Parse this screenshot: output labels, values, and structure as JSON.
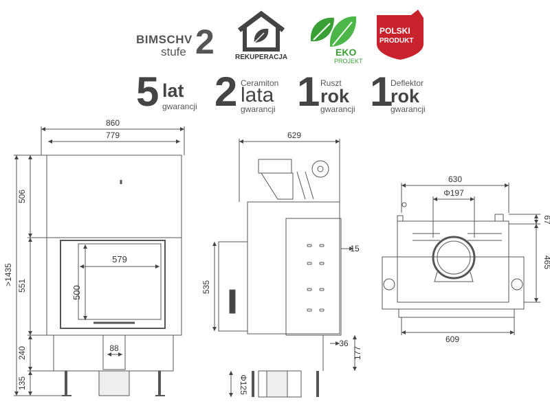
{
  "badges": {
    "bimschv_line1": "BIMSCHV",
    "bimschv_line2": "stufe",
    "bimschv_num": "2",
    "rekuperacja": "REKUPERACJA",
    "eko1": "EKO",
    "eko2": "PROJEKT",
    "polski1": "POLSKI",
    "polski2": "PRODUKT"
  },
  "warranties": [
    {
      "num": "5",
      "top": "",
      "word": "lat",
      "sub": "gwarancji"
    },
    {
      "num": "2",
      "top": "Ceramiton",
      "word": "lata",
      "sub": "gwarancji"
    },
    {
      "num": "1",
      "top": "Ruszt",
      "word": "rok",
      "sub": "gwarancji"
    },
    {
      "num": "1",
      "top": "Deflektor",
      "word": "rok",
      "sub": "gwarancji"
    }
  ],
  "front_view": {
    "w_total": "860",
    "w_body": "779",
    "w_glass": "579",
    "h_glass": "500",
    "h_506": "506",
    "h_551": "551",
    "h_240": "240",
    "h_135": "135",
    "h_total": ">1435",
    "w_88": "88"
  },
  "side_view": {
    "w_629": "629",
    "d_15": "15",
    "h_535": "535",
    "d_36": "36",
    "d_177": "177",
    "d_125": "Φ125"
  },
  "top_view": {
    "w_630": "630",
    "d_197": "Φ197",
    "h_67": "67",
    "h_465": "465",
    "w_609": "609"
  },
  "colors": {
    "line": "#555555",
    "eko_green": "#3aa035",
    "polski_red": "#c8232c"
  }
}
